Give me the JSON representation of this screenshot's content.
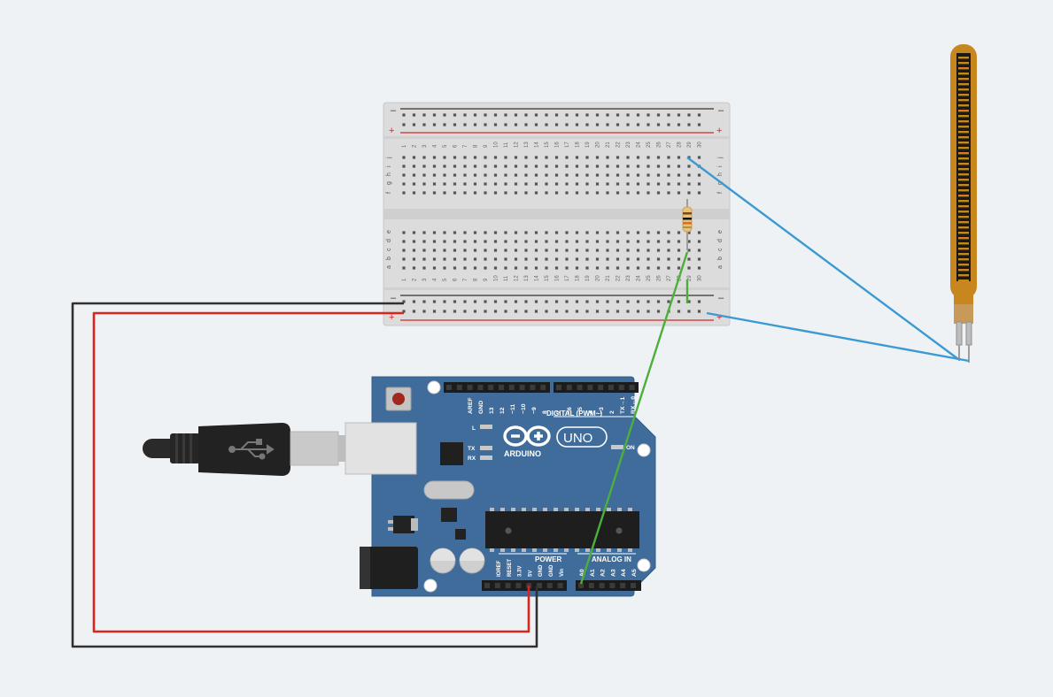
{
  "breadboard": {
    "row_labels_top": [
      "j",
      "i",
      "h",
      "g",
      "f"
    ],
    "row_labels_bottom": [
      "e",
      "d",
      "c",
      "b",
      "a"
    ],
    "rail_minus": "–",
    "rail_plus": "+"
  },
  "arduino": {
    "header_top_labels": [
      "AREF",
      "GND",
      "13",
      "12",
      "~11",
      "~10",
      "~9",
      "8",
      "7",
      "~6",
      "~5",
      "4",
      "~3",
      "2",
      "TX→1",
      "RX←0"
    ],
    "digital_label": "DIGITAL (PWM~)",
    "brand": "ARDUINO",
    "model": "UNO",
    "led_l": "L",
    "led_tx": "TX",
    "led_rx": "RX",
    "on_label": "ON",
    "power_label": "POWER",
    "analog_label": "ANALOG IN",
    "power_pins": [
      "IOREF",
      "RESET",
      "3.3V",
      "5V",
      "GND",
      "GND",
      "Vin"
    ],
    "analog_pins": [
      "A0",
      "A1",
      "A2",
      "A3",
      "A4",
      "A5"
    ]
  },
  "colors": {
    "background": "#eff2f5",
    "board_blue": "#3f6c9a",
    "wire_red": "#d9251d",
    "wire_black": "#303030",
    "wire_blue": "#3b9ad2",
    "wire_green": "#4caf3a",
    "flex_sensor": "#c8861e"
  }
}
